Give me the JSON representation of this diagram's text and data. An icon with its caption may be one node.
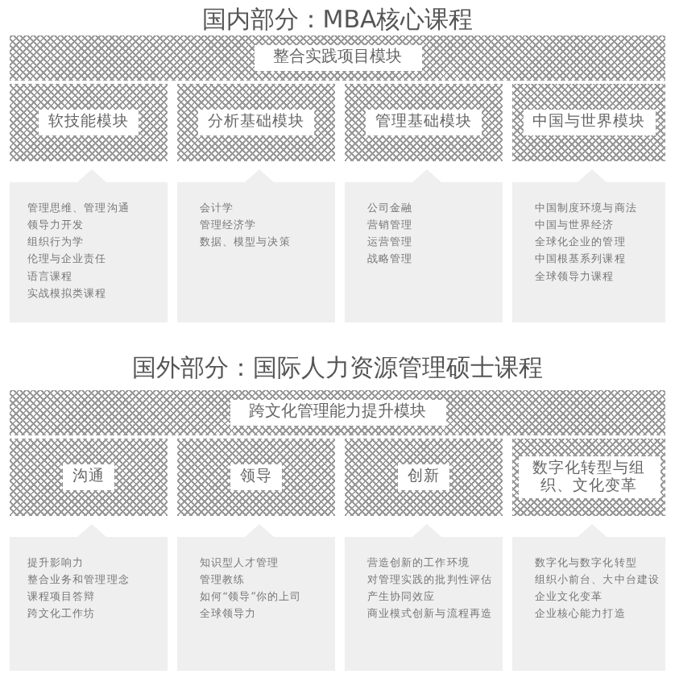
{
  "diagram": {
    "nodes": [
      {
        "text": [
          "整合实践项目模块"
        ]
      },
      {
        "text": [
          "软技能模块"
        ]
      },
      {
        "text": [
          "分析基础模块"
        ]
      },
      {
        "text": [
          "管理基础模块"
        ]
      },
      {
        "text": [
          "中国与世界模块"
        ]
      },
      {
        "text": [
          "管理思维、管理沟通",
          "领导力开发",
          "组织行为学",
          "伦理与企业责任",
          "语言课程",
          "实战模拟类课程"
        ]
      },
      {
        "text": [
          "会计学",
          "管理经济学",
          "数据、模型与决策"
        ]
      },
      {
        "text": [
          "公司金融",
          "营销管理",
          "运营管理",
          "战略管理"
        ]
      },
      {
        "text": [
          "中国制度环境与商法",
          "中国与世界经济",
          "全球化企业的管理",
          "中国根基系列课程",
          "全球领导力课程"
        ]
      },
      {
        "text": [
          "跨文化管理能力提升模块"
        ]
      },
      {
        "text": [
          "沟通"
        ]
      },
      {
        "text": [
          "领导"
        ]
      },
      {
        "text": [
          "创新"
        ]
      },
      {
        "text": [
          "数字化转型与组织、文化变革"
        ]
      },
      {
        "text": [
          "提升影响力",
          "整合业务和管理理念",
          "课程项目答辩",
          "跨文化工作坊"
        ]
      },
      {
        "text": [
          "知识型人才管理",
          "管理教练",
          "如何“领导”你的上司",
          "全球领导力"
        ]
      },
      {
        "text": [
          "营造创新的工作环境",
          "对管理实践的批判性评估",
          "产生协同效应",
          "商业模式创新与流程再造"
        ]
      },
      {
        "text": [
          "数字化与数字化转型",
          "组织小前台、大中台建设",
          "企业文化变革",
          "企业核心能力打造"
        ]
      }
    ],
    "labels": [
      "国内部分：MBA核心课程",
      "国外部分：国际人力资源管理硕士课程"
    ]
  }
}
